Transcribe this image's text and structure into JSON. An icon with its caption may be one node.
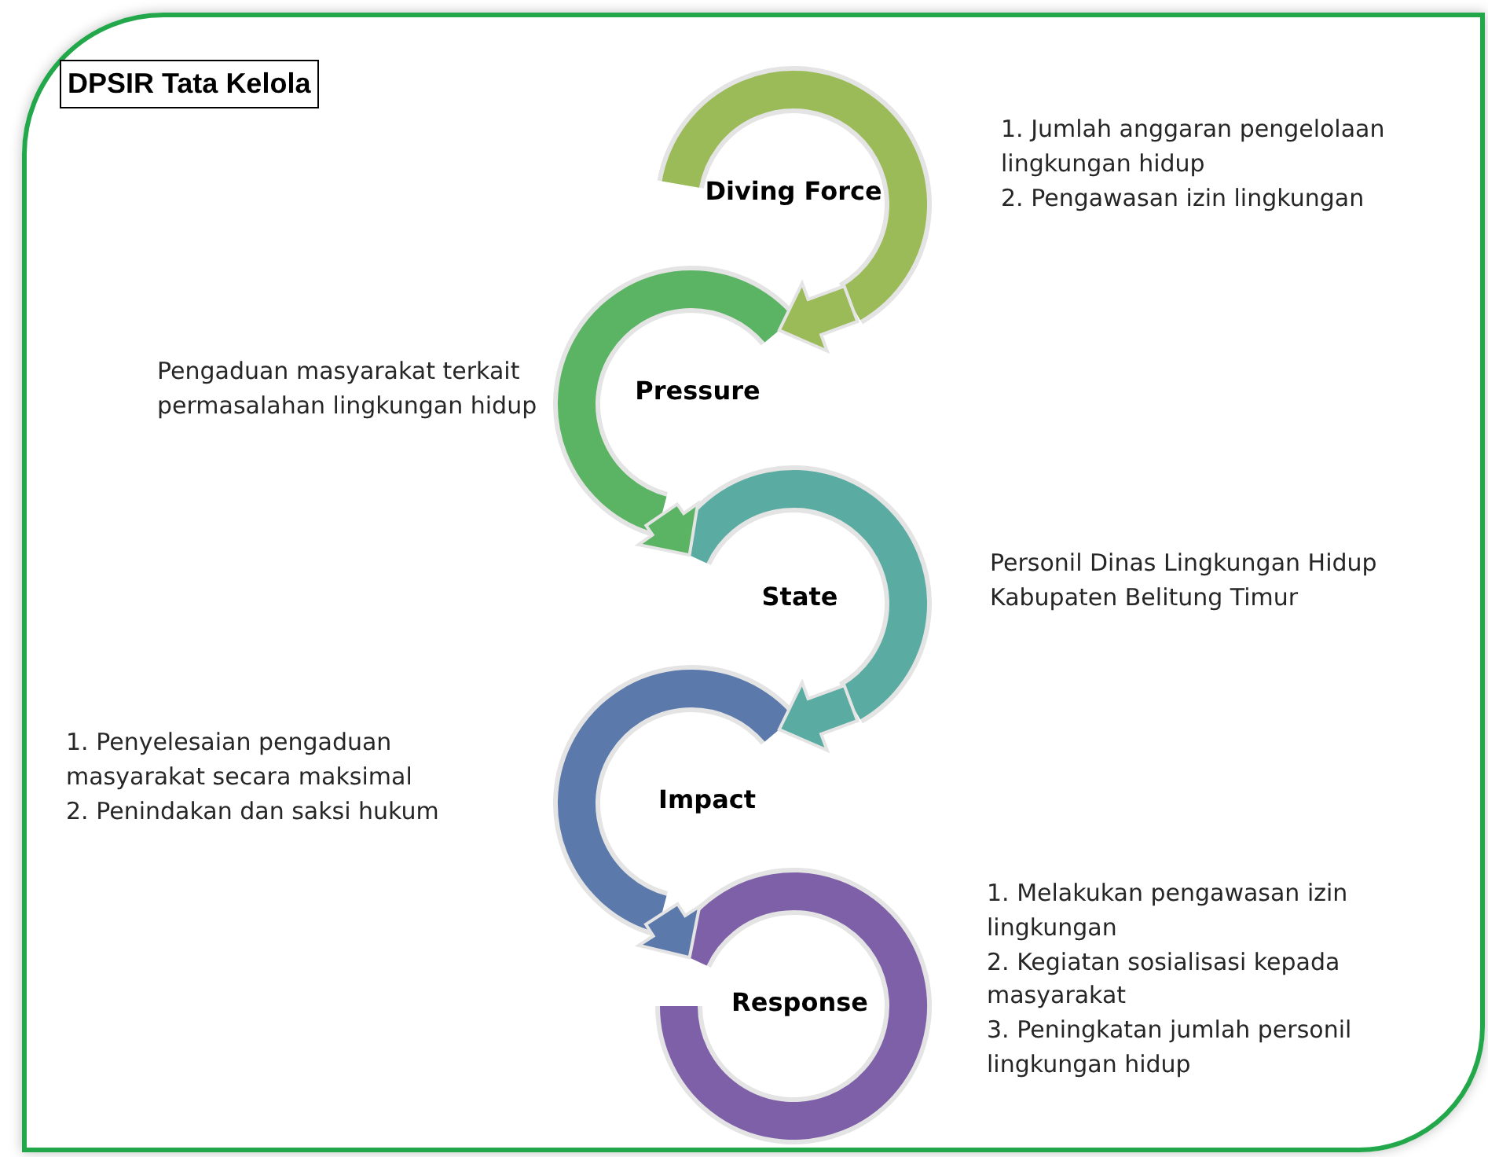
{
  "diagram": {
    "title": "DPSIR Tata Kelola",
    "nodes": [
      {
        "text": [
          "Diving Force"
        ],
        "beside": [
          "1. Jumlah anggaran pengelolaan lingkungan hidup",
          "2. Pengawasan izin lingkungan"
        ]
      },
      {
        "text": [
          "Pressure"
        ],
        "beside": [
          "Pengaduan masyarakat terkait permasalahan lingkungan hidup"
        ]
      },
      {
        "text": [
          "State"
        ],
        "beside": [
          "Personil Dinas Lingkungan Hidup Kabupaten Belitung Timur"
        ]
      },
      {
        "text": [
          "Impact"
        ],
        "beside": [
          "1. Penyelesaian pengaduan masyarakat secara maksimal",
          "2. Penindakan dan saksi hukum"
        ]
      },
      {
        "text": [
          "Response"
        ],
        "beside": [
          "1. Melakukan pengawasan izin lingkungan",
          "2. Kegiatan sosialisasi kepada masyarakat",
          "3. Peningkatan jumlah personil lingkungan hidup"
        ]
      }
    ],
    "edges": [
      {
        "from": 0,
        "to": 1,
        "arrow": "to"
      },
      {
        "from": 1,
        "to": 2,
        "arrow": "to"
      },
      {
        "from": 2,
        "to": 3,
        "arrow": "to"
      },
      {
        "from": 3,
        "to": 4,
        "arrow": "to"
      }
    ]
  }
}
